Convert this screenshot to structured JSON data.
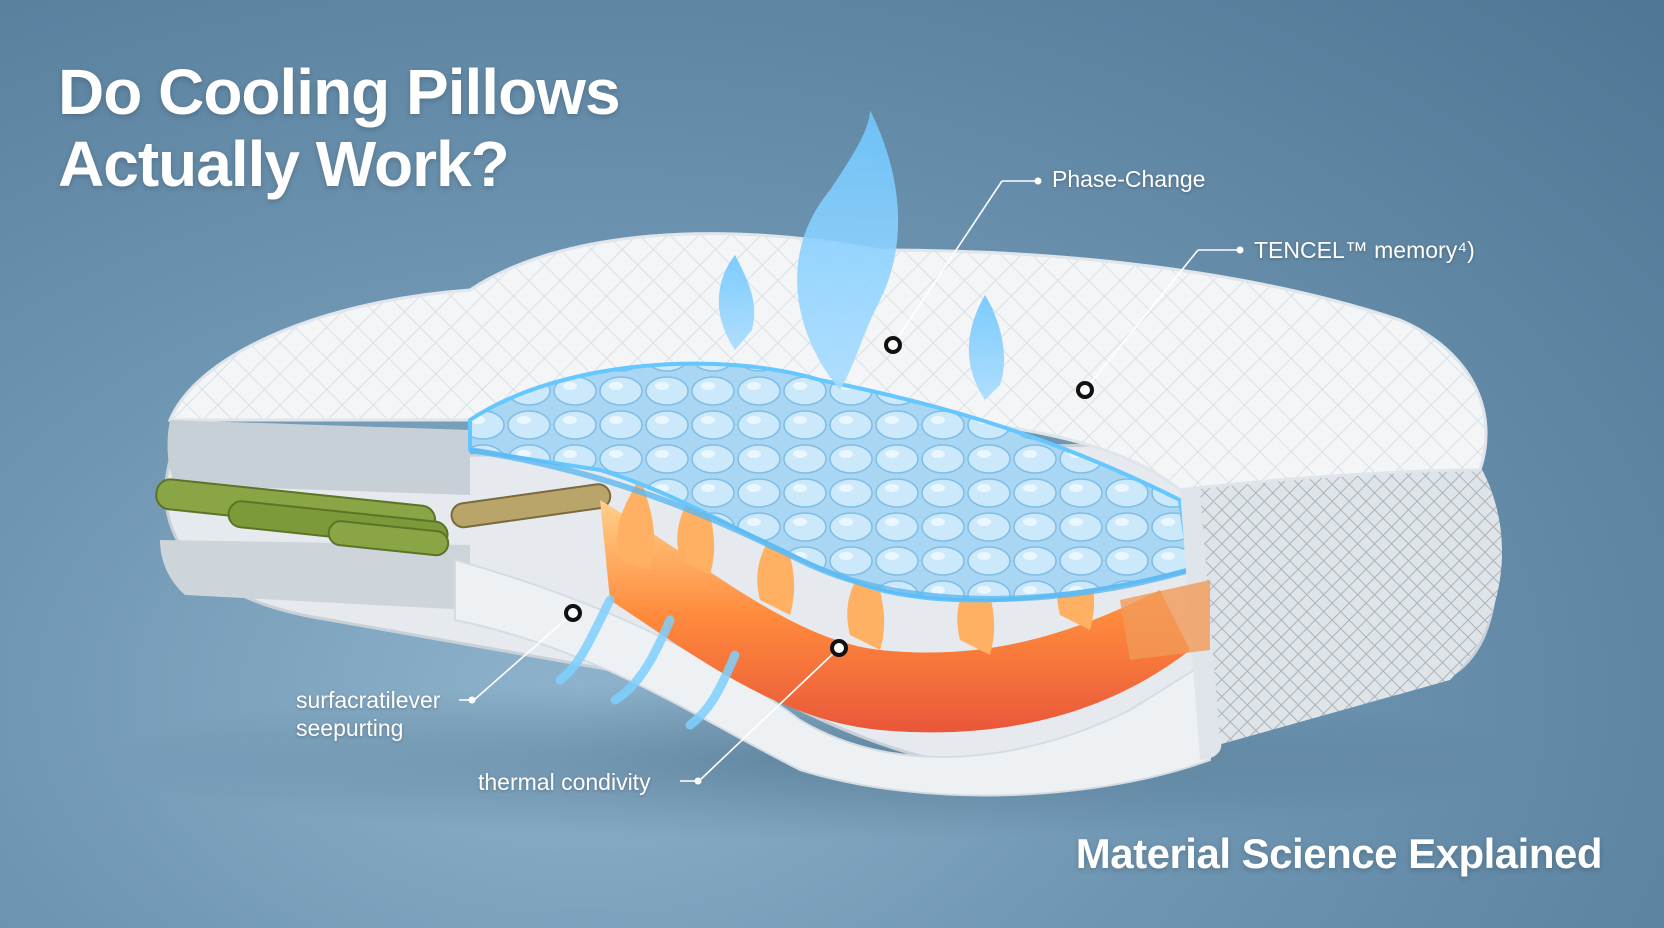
{
  "title": {
    "line1": "Do Cooling Pillows",
    "line2": "Actually Work?"
  },
  "subtitle": "Material Science Explained",
  "callouts": {
    "phase_change": "Phase-Change",
    "tencel": "TENCEL™ memory⁴)",
    "surface_line1": "surfacratilever",
    "surface_line2": "seepurting",
    "thermal": "thermal condivity"
  },
  "colors": {
    "cooling_blue": "#5cb8f0",
    "heat_orange": "#ff8a3c",
    "bamboo_green": "#7d9a3a",
    "pillow_white": "#f4f6f8"
  }
}
